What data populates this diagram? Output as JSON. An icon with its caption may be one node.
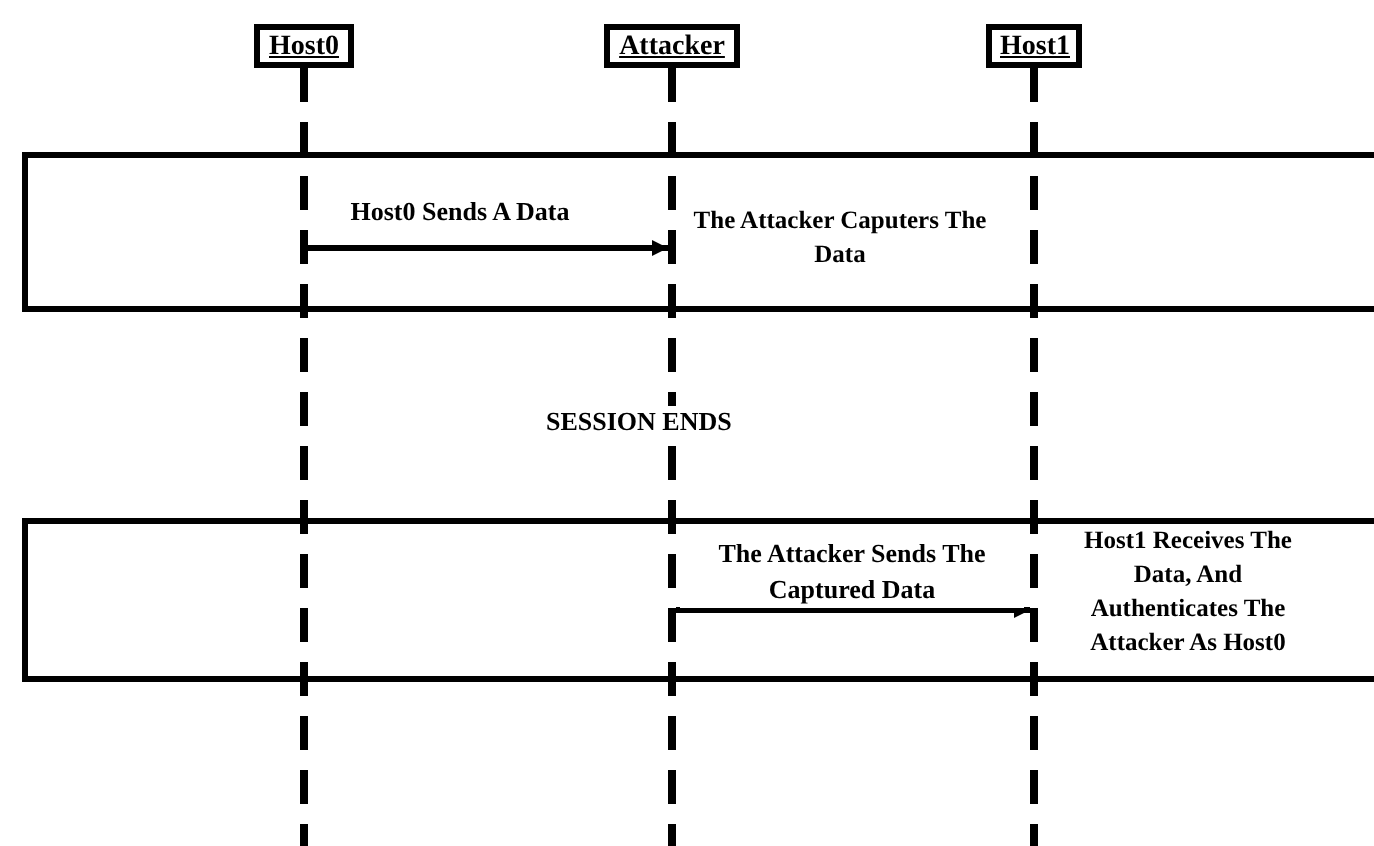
{
  "diagram": {
    "nodes": [
      {
        "text": [
          "Host0"
        ]
      },
      {
        "text": [
          "Attacker"
        ]
      },
      {
        "text": [
          "Host1"
        ]
      },
      {
        "text": [],
        "shape": "line"
      },
      {
        "text": [],
        "shape": "line"
      },
      {
        "text": [],
        "shape": "line"
      }
    ],
    "edges": [
      {
        "from": 3,
        "to": 4,
        "arrow": "to",
        "label": "Host0 Sends A Data"
      },
      {
        "from": 4,
        "to": 5,
        "arrow": "to",
        "label": "The Attacker Sends The Captured Data"
      }
    ],
    "labels": [
      "The Attacker Caputers The Data",
      "SESSION ENDS",
      "Host1 Receives The Data, And Authenticates The Attacker As Host0"
    ]
  }
}
